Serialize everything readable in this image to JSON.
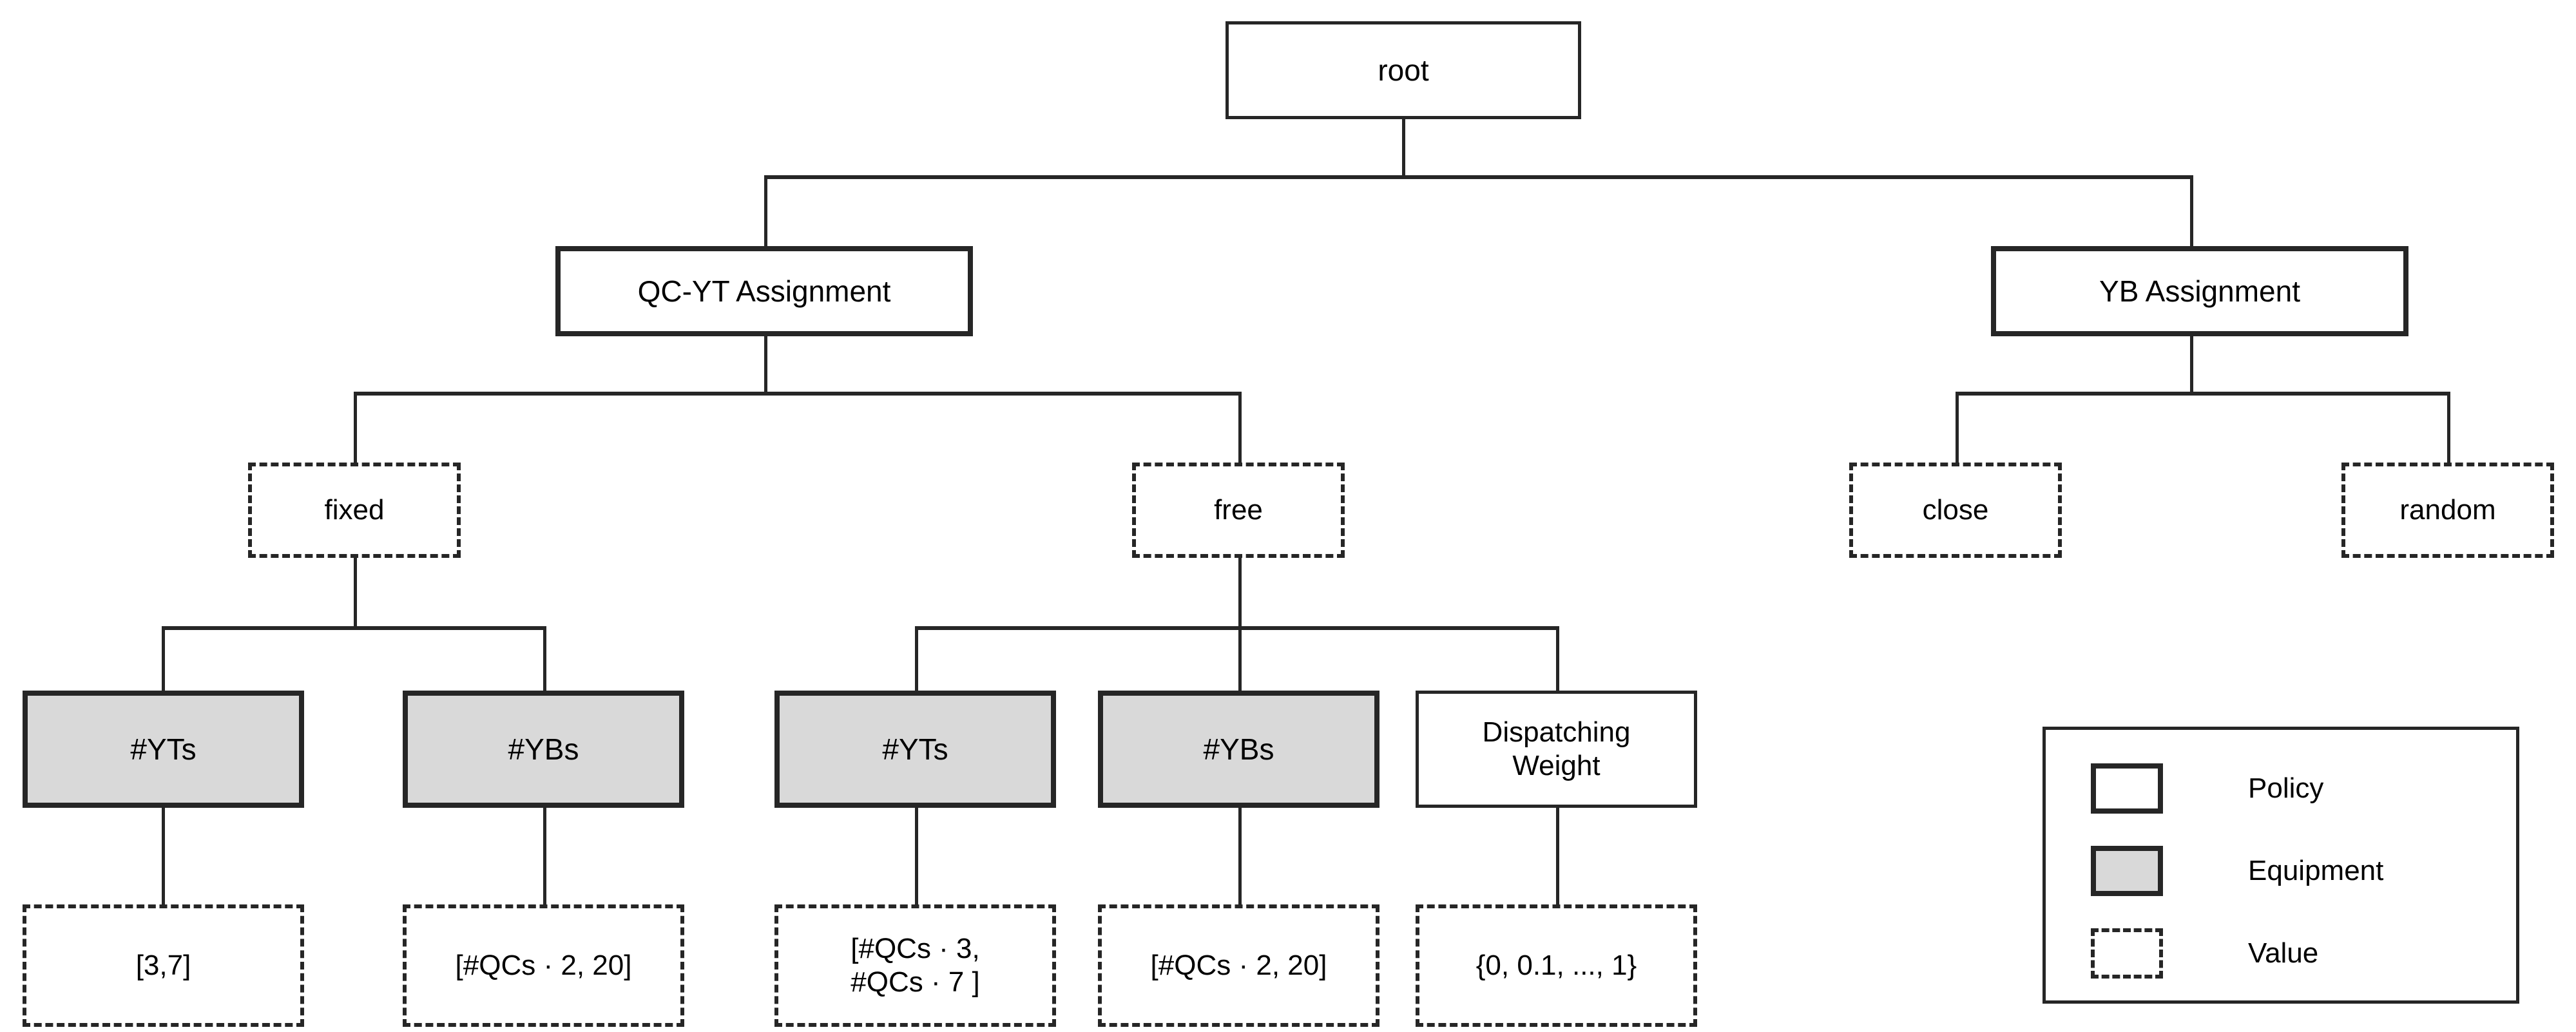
{
  "diagram": {
    "title": "Policy / Equipment / Value decision tree",
    "colors": {
      "line": "#262626",
      "equipment_fill": "#d9d9d9",
      "background": "#ffffff",
      "text": "#000000"
    },
    "nodes": {
      "root": {
        "label": "root",
        "type": "root"
      },
      "qc_yt_assignment": {
        "label": "QC-YT Assignment",
        "type": "policy"
      },
      "yb_assignment": {
        "label": "YB Assignment",
        "type": "policy"
      },
      "fixed": {
        "label": "fixed",
        "type": "value"
      },
      "free": {
        "label": "free",
        "type": "value"
      },
      "close": {
        "label": "close",
        "type": "value"
      },
      "random": {
        "label": "random",
        "type": "value"
      },
      "fixed_yts": {
        "label": "#YTs",
        "type": "equipment"
      },
      "fixed_ybs": {
        "label": "#YBs",
        "type": "equipment"
      },
      "free_yts": {
        "label": "#YTs",
        "type": "equipment"
      },
      "free_ybs": {
        "label": "#YBs",
        "type": "equipment"
      },
      "dispatching_weight": {
        "label": "Dispatching\nWeight",
        "type": "policy"
      },
      "fixed_yts_value": {
        "label": "[3,7]",
        "type": "value"
      },
      "fixed_ybs_value": {
        "label": "[#QCs · 2, 20]",
        "type": "value"
      },
      "free_yts_value": {
        "label": "[#QCs · 3,\n#QCs · 7 ]",
        "type": "value"
      },
      "free_ybs_value": {
        "label": "[#QCs · 2, 20]",
        "type": "value"
      },
      "dispatching_weight_value": {
        "label": "{0, 0.1, ..., 1}",
        "type": "value"
      }
    },
    "legend": {
      "items": [
        {
          "label": "Policy",
          "swatch": "policy-swatch"
        },
        {
          "label": "Equipment",
          "swatch": "equipment-swatch"
        },
        {
          "label": "Value",
          "swatch": "value-swatch"
        }
      ]
    }
  }
}
